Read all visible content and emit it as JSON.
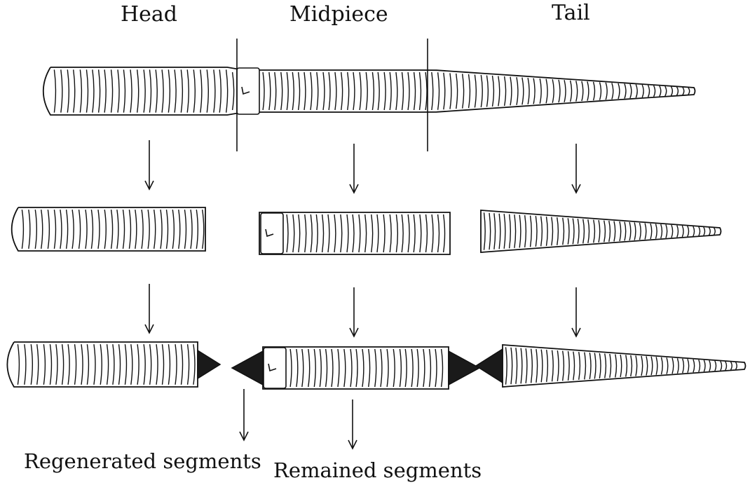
{
  "labels": {
    "head": "Head",
    "midpiece": "Midpiece",
    "tail": "Tail",
    "regenerated": "Regenerated segments",
    "remained": "Remained segments"
  },
  "colors": {
    "ink": "#111111",
    "regenerated_fill": "#1a1a1a",
    "background": "#ffffff"
  }
}
